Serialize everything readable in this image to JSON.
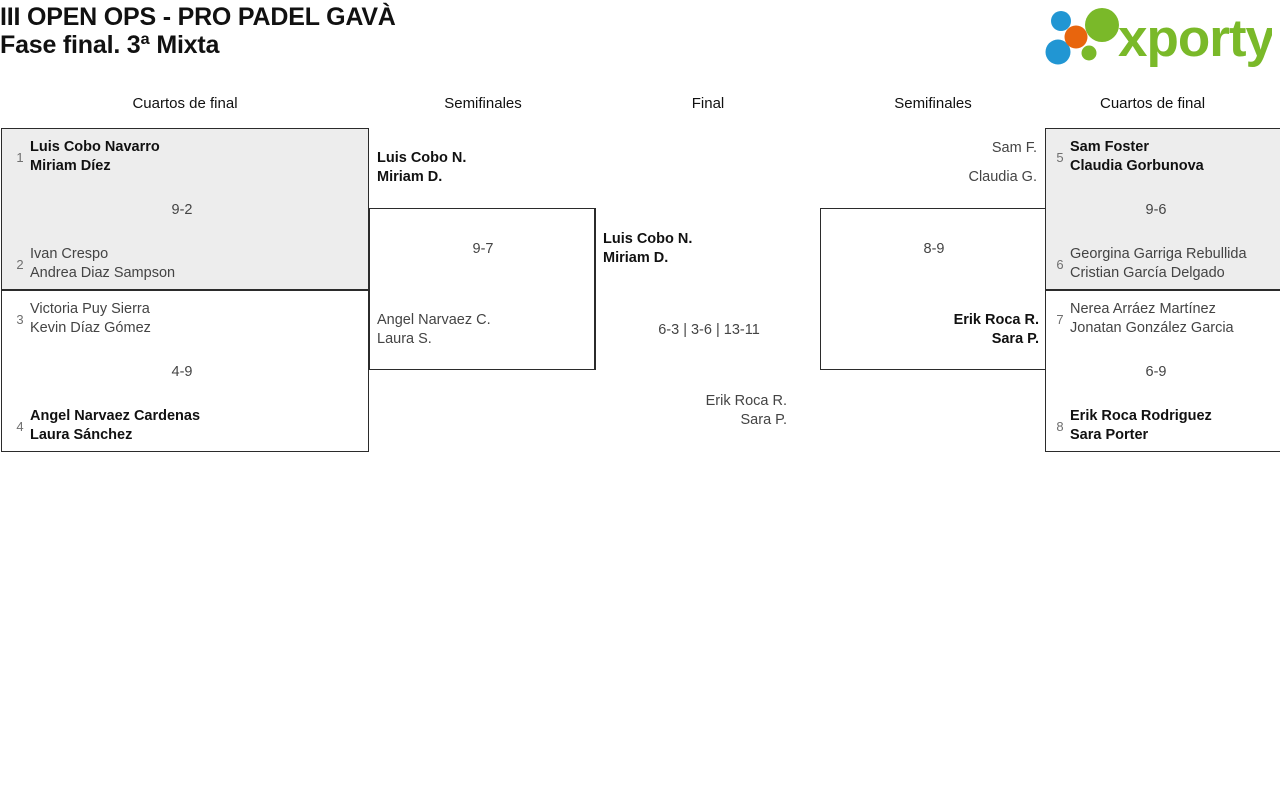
{
  "header": {
    "title_line1": "III OPEN OPS - PRO PADEL GAVÀ",
    "title_line2": "Fase final. 3ª Mixta",
    "logo_text": "xporty",
    "logo_colors": {
      "green": "#7ab929",
      "orange": "#e8650d",
      "blue": "#2196d3"
    }
  },
  "columns": [
    {
      "id": "qf-left",
      "label": "Cuartos de final"
    },
    {
      "id": "sf-left",
      "label": "Semifinales"
    },
    {
      "id": "final",
      "label": "Final"
    },
    {
      "id": "sf-right",
      "label": "Semifinales"
    },
    {
      "id": "qf-right",
      "label": "Cuartos de final"
    }
  ],
  "bracket": {
    "qf_left": [
      {
        "score": "9-2",
        "top": {
          "seed": "1",
          "player1": "Luis Cobo Navarro",
          "player2": "Miriam Díez",
          "winner": true
        },
        "bottom": {
          "seed": "2",
          "player1": "Ivan Crespo",
          "player2": "Andrea Diaz Sampson",
          "winner": false
        }
      },
      {
        "score": "4-9",
        "top": {
          "seed": "3",
          "player1": "Victoria Puy Sierra",
          "player2": "Kevin Díaz Gómez",
          "winner": false
        },
        "bottom": {
          "seed": "4",
          "player1": "Angel Narvaez Cardenas",
          "player2": "Laura Sánchez",
          "winner": true
        }
      }
    ],
    "sf_left": [
      {
        "score": "9-7",
        "top": {
          "player1": "Luis Cobo N.",
          "player2": "Miriam D.",
          "winner": true
        },
        "bottom": {
          "player1": "Angel Narvaez C.",
          "player2": "Laura S.",
          "winner": false
        }
      }
    ],
    "final": [
      {
        "score": "6-3 | 3-6 | 13-11",
        "top": {
          "player1": "Luis Cobo N.",
          "player2": "Miriam D.",
          "winner": true
        },
        "bottom": {
          "player1": "Erik Roca R.",
          "player2": "Sara P.",
          "winner": false
        }
      }
    ],
    "sf_right": [
      {
        "score": "8-9",
        "top": {
          "player1": "Sam F.",
          "player2": "Claudia G.",
          "winner": false
        },
        "bottom": {
          "player1": "Erik Roca R.",
          "player2": "Sara P.",
          "winner": true
        }
      }
    ],
    "qf_right": [
      {
        "score": "9-6",
        "top": {
          "seed": "5",
          "player1": "Sam Foster",
          "player2": "Claudia Gorbunova",
          "winner": true
        },
        "bottom": {
          "seed": "6",
          "player1": "Georgina Garriga Rebullida",
          "player2": "Cristian García Delgado",
          "winner": false
        }
      },
      {
        "score": "6-9",
        "top": {
          "seed": "7",
          "player1": "Nerea Arráez Martínez",
          "player2": "Jonatan González Garcia",
          "winner": false
        },
        "bottom": {
          "seed": "8",
          "player1": "Erik Roca Rodriguez",
          "player2": "Sara Porter",
          "winner": true
        }
      }
    ]
  }
}
